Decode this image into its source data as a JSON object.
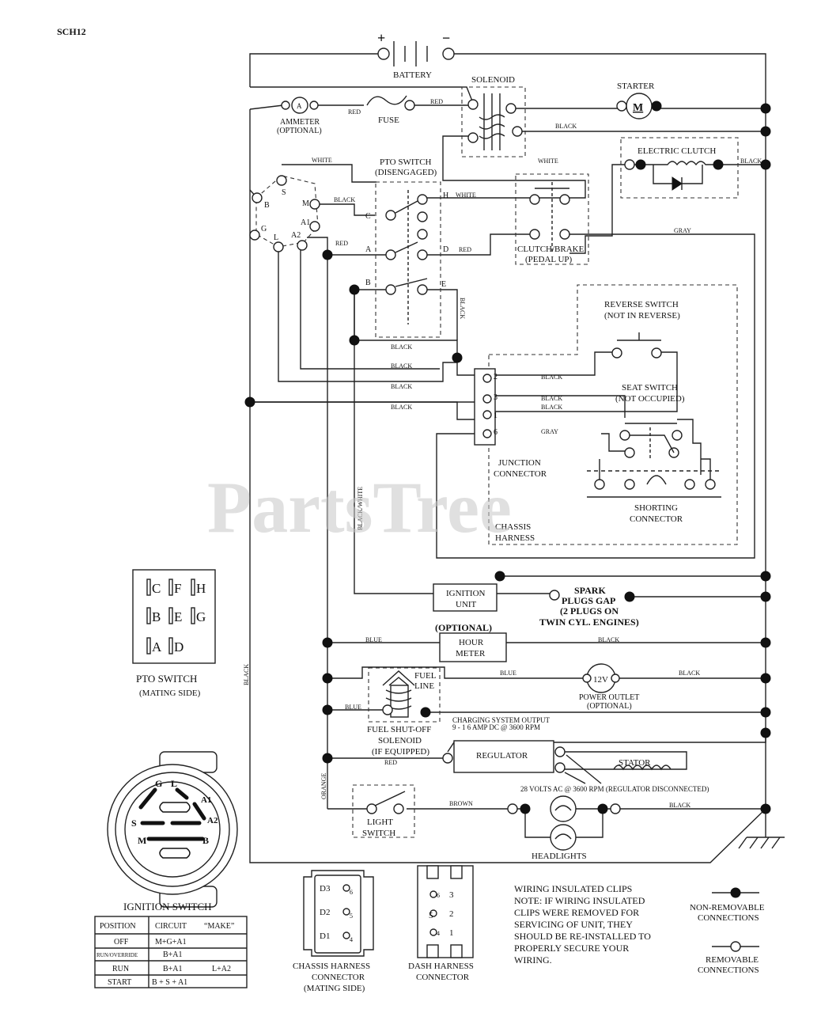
{
  "diagram": {
    "id": "SCH12",
    "watermark": "PartsTree",
    "components": {
      "battery": "BATTERY",
      "battery_plus": "+",
      "battery_minus": "−",
      "solenoid": "SOLENOID",
      "starter": "STARTER",
      "starter_symbol": "M",
      "ammeter": "AMMETER",
      "ammeter_optional": "(OPTIONAL)",
      "ammeter_symbol": "A",
      "fuse": "FUSE",
      "pto_switch": "PTO SWITCH",
      "pto_state": "(DISENGAGED)",
      "electric_clutch": "ELECTRIC CLUTCH",
      "clutch_brake": "CLUTCH/BRAKE",
      "clutch_brake_state": "(PEDAL UP)",
      "reverse_switch": "REVERSE SWITCH",
      "reverse_state": "(NOT IN REVERSE)",
      "seat_switch": "SEAT SWITCH",
      "seat_state": "(NOT OCCUPIED)",
      "junction": "JUNCTION",
      "connector": "CONNECTOR",
      "shorting": "SHORTING",
      "shorting_connector": "CONNECTOR",
      "chassis": "CHASSIS",
      "harness": "HARNESS",
      "ignition_unit_1": "IGNITION",
      "ignition_unit_2": "UNIT",
      "spark_1": "SPARK",
      "spark_2": "PLUGS GAP",
      "spark_3": "(2 PLUGS ON",
      "spark_4": "TWIN CYL. ENGINES)",
      "hour_optional": "(OPTIONAL)",
      "hour_1": "HOUR",
      "hour_2": "METER",
      "fuel_1": "FUEL",
      "fuel_2": "LINE",
      "power_outlet_symbol": "12V",
      "power_outlet": "POWER OUTLET",
      "power_outlet_optional": "(OPTIONAL)",
      "fuel_shutoff_1": "FUEL SHUT-OFF",
      "fuel_shutoff_2": "SOLENOID",
      "fuel_shutoff_3": "(IF EQUIPPED)",
      "charging_1": "CHARGING SYSTEM OUTPUT",
      "charging_2": "9 - 1 6 AMP DC @ 3600 RPM",
      "regulator": "REGULATOR",
      "stator": "STATOR",
      "volts_note": "28 VOLTS AC @ 3600 RPM (REGULATOR DISCONNECTED)",
      "light_1": "LIGHT",
      "light_2": "SWITCH",
      "headlights": "HEADLIGHTS"
    },
    "switch_terminals": {
      "B": "B",
      "S": "S",
      "M": "M",
      "A1": "A1",
      "A2": "A2",
      "G": "G",
      "L": "L",
      "C": "C",
      "H": "H",
      "A": "A",
      "D": "D",
      "Bp": "B",
      "E": "E",
      "j2": "2",
      "j3": "3",
      "j1": "1",
      "j6": "6"
    },
    "wire_colors": {
      "red": "RED",
      "white": "WHITE",
      "black": "BLACK",
      "gray": "GRAY",
      "blue": "BLUE",
      "orange": "ORANGE",
      "brown": "BROWN",
      "black_white": "BLACK/WHITE"
    },
    "pto_mating": {
      "title": "PTO SWITCH",
      "subtitle": "(MATING SIDE)",
      "pins": [
        "C",
        "F",
        "H",
        "B",
        "E",
        "G",
        "A",
        "D"
      ]
    },
    "ignition_switch": {
      "title": "IGNITION SWITCH",
      "pins": [
        "G",
        "L",
        "A1",
        "A2",
        "S",
        "M",
        "B"
      ],
      "table": {
        "headers": [
          "POSITION",
          "CIRCUIT",
          "“MAKE”"
        ],
        "rows": [
          [
            "OFF",
            "M+G+A1",
            ""
          ],
          [
            "RUN/OVERRIDE",
            "B+A1",
            ""
          ],
          [
            "RUN",
            "B+A1",
            "L+A2"
          ],
          [
            "START",
            "B + S + A1",
            ""
          ]
        ]
      }
    },
    "chassis_connector": {
      "line1": "CHASSIS HARNESS",
      "line2": "CONNECTOR",
      "line3": "(MATING SIDE)",
      "pins": [
        "D3",
        "6",
        "D2",
        "5",
        "D1",
        "4"
      ]
    },
    "dash_connector": {
      "line1": "DASH HARNESS",
      "line2": "CONNECTOR",
      "pins": [
        "6",
        "3",
        "5",
        "2",
        "4",
        "1"
      ]
    },
    "note": {
      "lines": [
        "WIRING INSULATED CLIPS",
        "NOTE:  IF WIRING INSULATED",
        "CLIPS WERE REMOVED FOR",
        "SERVICING OF UNIT, THEY",
        "SHOULD BE RE-INSTALLED TO",
        "PROPERLY SECURE YOUR",
        "WIRING."
      ]
    },
    "legend": {
      "non_removable_1": "NON-REMOVABLE",
      "non_removable_2": "CONNECTIONS",
      "removable_1": "REMOVABLE",
      "removable_2": "CONNECTIONS"
    }
  }
}
